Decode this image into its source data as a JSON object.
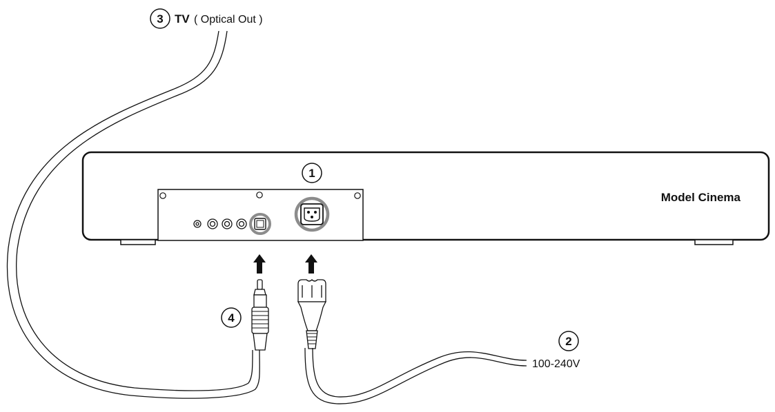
{
  "callouts": [
    {
      "number": "1"
    },
    {
      "number": "2",
      "text": "100-240V"
    },
    {
      "number": "3",
      "title": "TV",
      "subtitle": "( Optical Out )"
    },
    {
      "number": "4"
    }
  ],
  "device": {
    "name": "Model Cinema"
  },
  "colors": {
    "line": "#111111",
    "highlight": "#8c8c8c",
    "background": "#ffffff"
  },
  "icons": [
    "power-socket-icon",
    "optical-port-icon",
    "up-arrow-icon",
    "rca-jack-icon",
    "power-plug-icon"
  ]
}
